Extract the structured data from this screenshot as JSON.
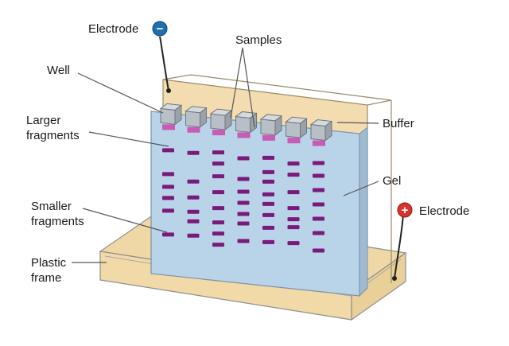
{
  "labels": {
    "electrode_negative": "Electrode",
    "electrode_positive": "Electrode",
    "samples": "Samples",
    "well": "Well",
    "larger_fragments_line1": "Larger",
    "larger_fragments_line2": "fragments",
    "buffer": "Buffer",
    "gel": "Gel",
    "smaller_fragments_line1": "Smaller",
    "smaller_fragments_line2": "fragments",
    "plastic_frame_line1": "Plastic",
    "plastic_frame_line2": "frame"
  },
  "electrodes": {
    "negative_symbol": "−",
    "positive_symbol": "+",
    "negative_color": "#1f6fb2",
    "positive_color": "#d8322a"
  },
  "colors": {
    "buffer": "#f3ddb0",
    "gel": "#b9d3e8",
    "well_block": "#b9bfc6",
    "sample": "#c85bb5",
    "band": "#7a1a7a"
  },
  "lanes": 7
}
